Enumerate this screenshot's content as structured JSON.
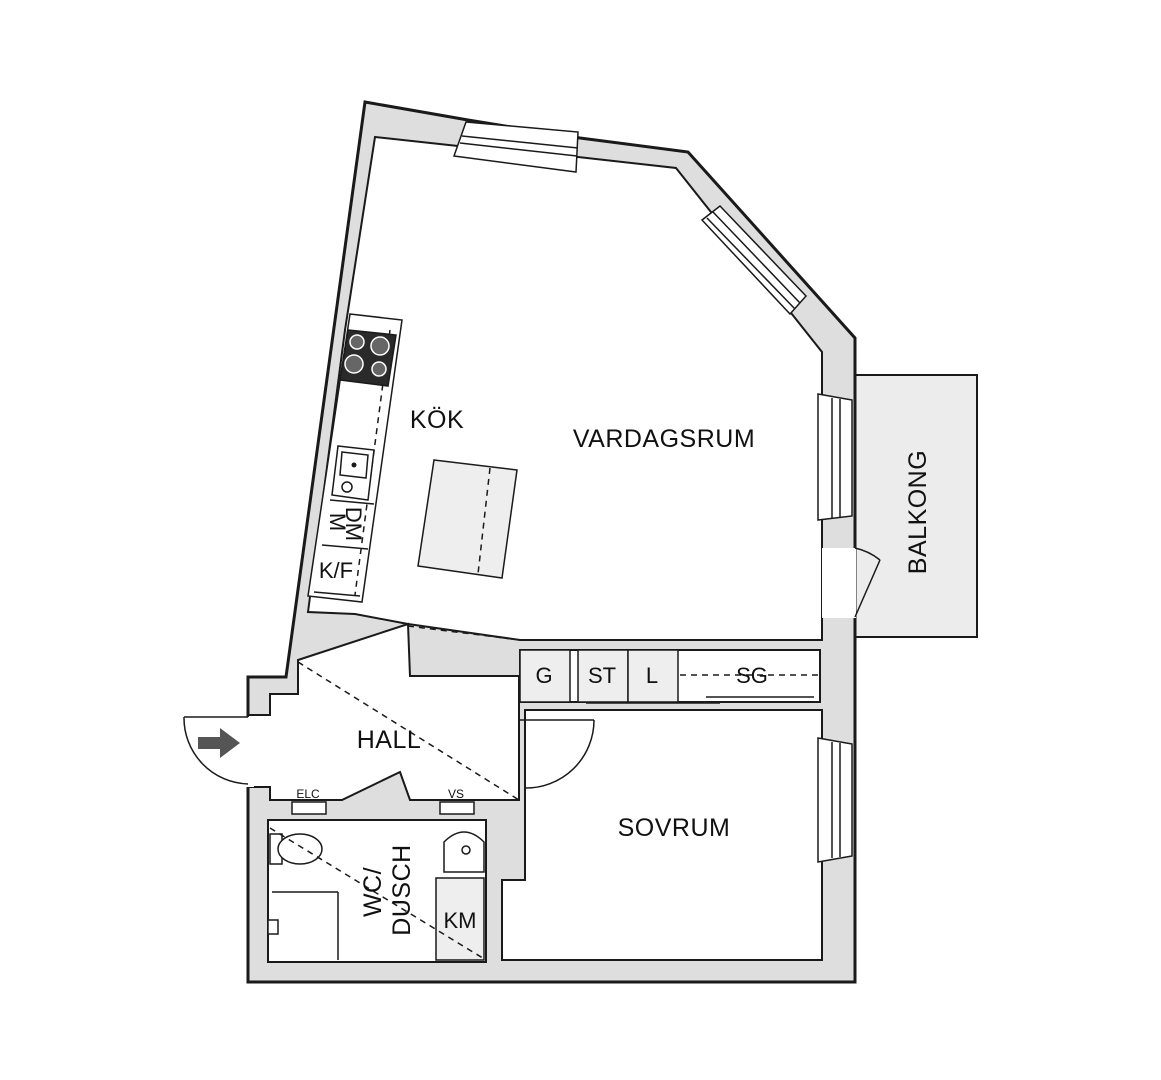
{
  "rooms": {
    "kok": "KÖK",
    "vardagsrum": "VARDAGSRUM",
    "balkong": "BALKONG",
    "hall": "HALL",
    "sovrum": "SOVRUM",
    "wc_line1": "WC/",
    "wc_line2": "DUSCH"
  },
  "fixtures": {
    "microwave": "M",
    "dishwasher": "DM",
    "fridge_freezer": "K/F",
    "g": "G",
    "st": "ST",
    "l": "L",
    "sg": "SG",
    "elc": "ELC",
    "vs": "VS",
    "km": "KM"
  },
  "colors": {
    "wall_fill": "#dedede",
    "line": "#1a1a1a",
    "entry_arrow": "#555555"
  },
  "icons": [
    "entry-arrow-icon",
    "stove-icon",
    "sink-icon",
    "toilet-icon",
    "washbasin-icon",
    "shower-tap-icon"
  ]
}
